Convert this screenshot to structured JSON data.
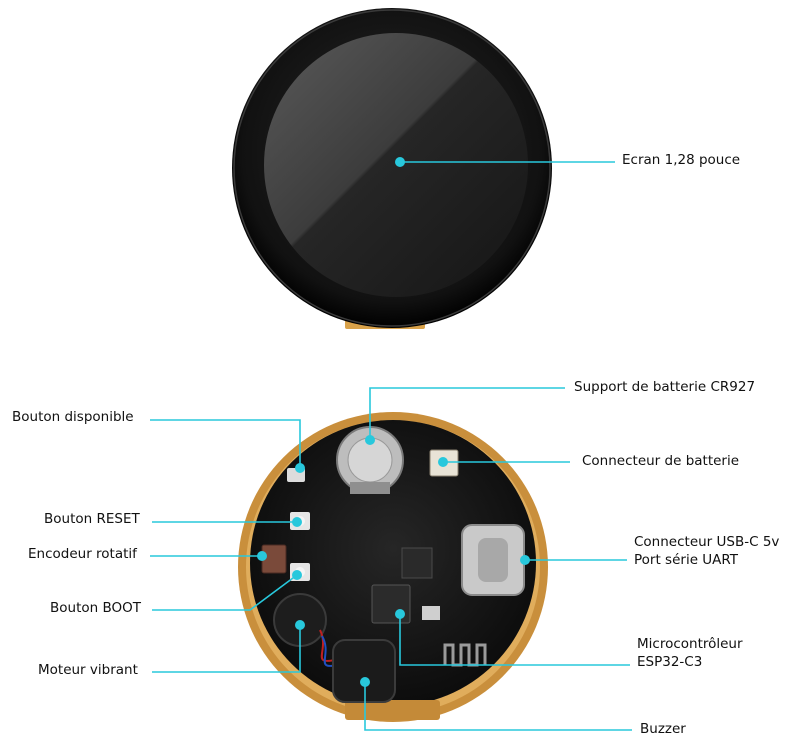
{
  "labels": {
    "screen": "Ecran 1,28 pouce",
    "battery_holder": "Support de batterie CR927",
    "battery_connector": "Connecteur de batterie",
    "usb_line1": "Connecteur USB-C 5v",
    "usb_line2": "Port série UART",
    "mcu_line1": "Microcontrôleur",
    "mcu_line2": "ESP32-C3",
    "buzzer": "Buzzer",
    "button_available": "Bouton disponible",
    "button_reset": "Bouton RESET",
    "rotary_encoder": "Encodeur rotatif",
    "button_boot": "Bouton BOOT",
    "vibration_motor": "Moteur vibrant"
  },
  "colors": {
    "callout": "#28c8dc",
    "bezel": "#0b0b0b",
    "pcb": "#161616",
    "flex": "#d9a24a"
  }
}
